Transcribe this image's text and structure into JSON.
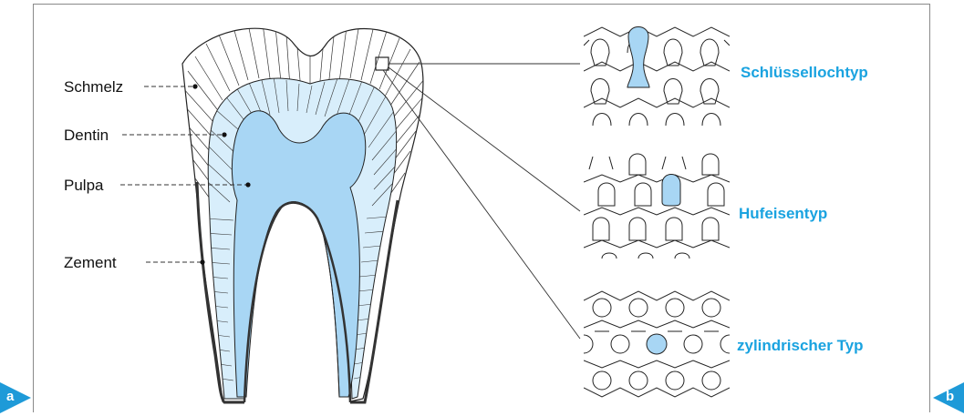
{
  "panel_a": {
    "badge": "a",
    "labels": {
      "enamel": "Schmelz",
      "dentin": "Dentin",
      "pulp": "Pulpa",
      "cementum": "Zement"
    }
  },
  "panel_b": {
    "badge": "b",
    "types": {
      "keyhole": "Schlüssellochtyp",
      "horseshoe": "Hufeisentyp",
      "cylindrical": "zylindrischer Typ"
    }
  },
  "colors": {
    "accent": "#1aa3e0",
    "badge": "#1e9ad8",
    "pulp_fill": "#a8d6f4",
    "dentin_fill": "#d8eefb",
    "outline": "#222222"
  }
}
